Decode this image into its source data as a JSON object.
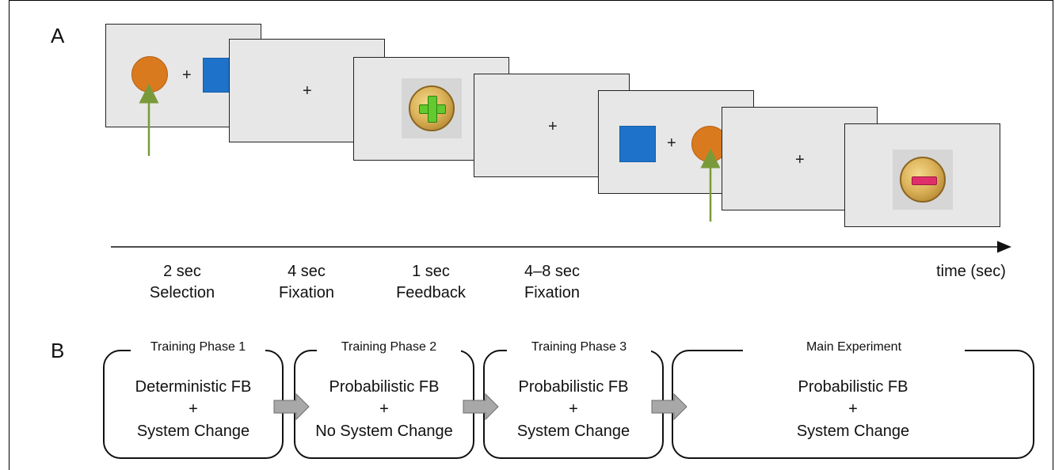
{
  "panels": {
    "a": "A",
    "b": "B"
  },
  "screens": {
    "fixation_symbol": "+"
  },
  "timeline": {
    "axis_label": "time (sec)",
    "phases": [
      {
        "duration": "2 sec",
        "name": "Selection"
      },
      {
        "duration": "4 sec",
        "name": "Fixation"
      },
      {
        "duration": "1 sec",
        "name": "Feedback"
      },
      {
        "duration": "4–8 sec",
        "name": "Fixation"
      }
    ]
  },
  "training": [
    {
      "title": "Training Phase 1",
      "line1": "Deterministic FB",
      "plus": "+",
      "line2": "System Change"
    },
    {
      "title": "Training Phase 2",
      "line1": "Probabilistic FB",
      "plus": "+",
      "line2": "No System Change"
    },
    {
      "title": "Training Phase 3",
      "line1": "Probabilistic FB",
      "plus": "+",
      "line2": "System Change"
    },
    {
      "title": "Main Experiment",
      "line1": "Probabilistic FB",
      "plus": "+",
      "line2": "System Change"
    }
  ],
  "colors": {
    "orange_stimulus": "#d97a1f",
    "blue_stimulus": "#1f72c9",
    "selection_arrow": "#7a9a3a",
    "positive_feedback": "#62c92e",
    "negative_feedback": "#e0306a",
    "flow_arrow": "#a0a0a0"
  }
}
